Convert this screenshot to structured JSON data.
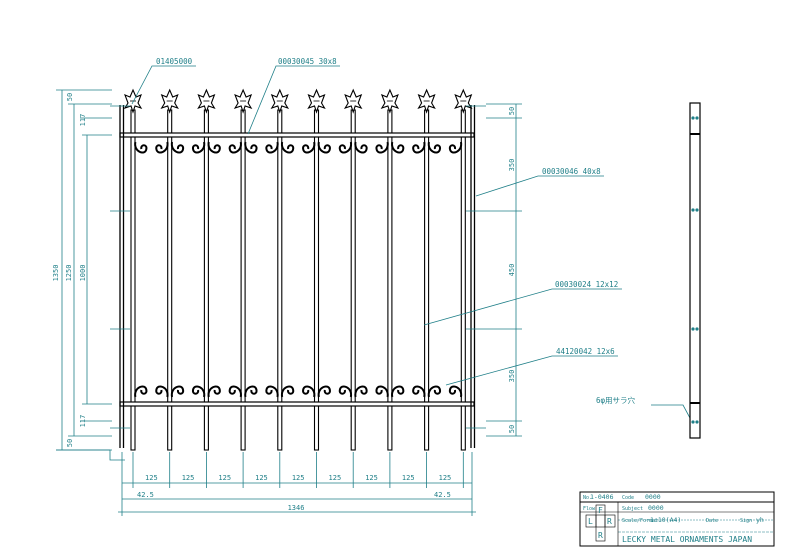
{
  "callouts": {
    "finial": "01405000",
    "top_scroll": "00030045  30x8",
    "rail": "00030046  40x8",
    "bar": "00030024  12x12",
    "bottom_scroll": "44120042  12x6",
    "plate": "6φ用サラ穴"
  },
  "dimensions": {
    "overall_height": "1350",
    "inner_height": "1250",
    "rail_spacing": "1000",
    "spike_top": "50",
    "top_offset": "117",
    "bottom_offset": "117",
    "spike_bottom": "50",
    "right_top": "50",
    "right_upper": "350",
    "right_mid": "450",
    "right_lower": "350",
    "right_bottom": "50",
    "pitch": [
      "125",
      "125",
      "125",
      "125",
      "125",
      "125",
      "125",
      "125",
      "125"
    ],
    "end_left": "42.5",
    "end_right": "42.5",
    "overall_width": "1346"
  },
  "title_block": {
    "drawing_no_label": "No.",
    "drawing_no": "1-0406",
    "code_label": "Code",
    "code": "0000",
    "subject_label": "Subject",
    "subject": "0000",
    "scale_label": "Scale/Format",
    "scale": "1:10(A4)",
    "date_label": "Date",
    "sign_label": "Sign",
    "sign": "yh",
    "marks": [
      "L",
      "F",
      "R"
    ],
    "flow_label": "Flow",
    "company": "LECKY METAL ORNAMENTS JAPAN"
  }
}
